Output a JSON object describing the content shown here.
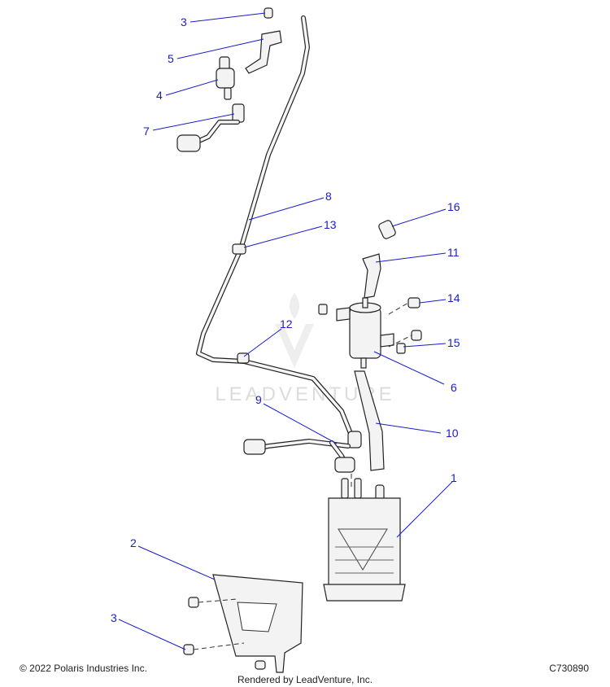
{
  "callouts": [
    {
      "id": "c3a",
      "label": "3"
    },
    {
      "id": "c5",
      "label": "5"
    },
    {
      "id": "c4",
      "label": "4"
    },
    {
      "id": "c7",
      "label": "7"
    },
    {
      "id": "c8",
      "label": "8"
    },
    {
      "id": "c13",
      "label": "13"
    },
    {
      "id": "c16",
      "label": "16"
    },
    {
      "id": "c11",
      "label": "11"
    },
    {
      "id": "c14",
      "label": "14"
    },
    {
      "id": "c15",
      "label": "15"
    },
    {
      "id": "c12",
      "label": "12"
    },
    {
      "id": "c6",
      "label": "6"
    },
    {
      "id": "c9",
      "label": "9"
    },
    {
      "id": "c10",
      "label": "10"
    },
    {
      "id": "c1",
      "label": "1"
    },
    {
      "id": "c2",
      "label": "2"
    },
    {
      "id": "c3b",
      "label": "3"
    }
  ],
  "watermark": "LEADVENTURE",
  "footer": {
    "copyright": "© 2022 Polaris Industries Inc.",
    "figure_id": "C730890",
    "rendered_by": "Rendered by LeadVenture, Inc."
  },
  "colors": {
    "callout": "#1a1ad0",
    "line": "#222222",
    "watermark": "#d9d9d9"
  }
}
